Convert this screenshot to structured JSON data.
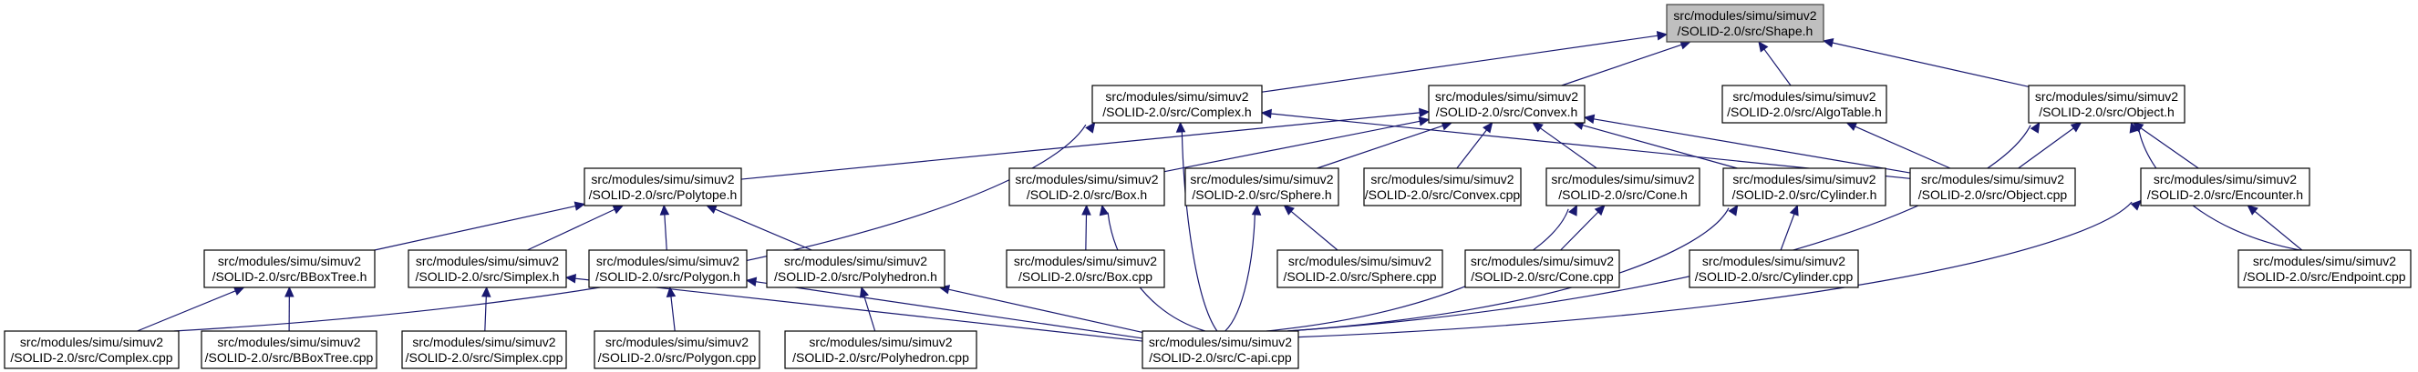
{
  "graph": {
    "title": "Include dependency graph for Shape.h",
    "colors": {
      "edge": "#191970",
      "root_fill": "#bfbfbf",
      "node_fill": "#ffffff",
      "border": "#000000"
    },
    "nodes": [
      {
        "id": "shape_h",
        "line1": "src/modules/simu/simuv2",
        "line2": "/SOLID-2.0/src/Shape.h",
        "root": true
      },
      {
        "id": "complex_h",
        "line1": "src/modules/simu/simuv2",
        "line2": "/SOLID-2.0/src/Complex.h"
      },
      {
        "id": "convex_h",
        "line1": "src/modules/simu/simuv2",
        "line2": "/SOLID-2.0/src/Convex.h"
      },
      {
        "id": "algotable_h",
        "line1": "src/modules/simu/simuv2",
        "line2": "/SOLID-2.0/src/AlgoTable.h"
      },
      {
        "id": "object_h",
        "line1": "src/modules/simu/simuv2",
        "line2": "/SOLID-2.0/src/Object.h"
      },
      {
        "id": "polytope_h",
        "line1": "src/modules/simu/simuv2",
        "line2": "/SOLID-2.0/src/Polytope.h"
      },
      {
        "id": "box_h",
        "line1": "src/modules/simu/simuv2",
        "line2": "/SOLID-2.0/src/Box.h"
      },
      {
        "id": "sphere_h",
        "line1": "src/modules/simu/simuv2",
        "line2": "/SOLID-2.0/src/Sphere.h"
      },
      {
        "id": "convex_cpp",
        "line1": "src/modules/simu/simuv2",
        "line2": "/SOLID-2.0/src/Convex.cpp"
      },
      {
        "id": "cone_h",
        "line1": "src/modules/simu/simuv2",
        "line2": "/SOLID-2.0/src/Cone.h"
      },
      {
        "id": "cylinder_h",
        "line1": "src/modules/simu/simuv2",
        "line2": "/SOLID-2.0/src/Cylinder.h"
      },
      {
        "id": "object_cpp",
        "line1": "src/modules/simu/simuv2",
        "line2": "/SOLID-2.0/src/Object.cpp"
      },
      {
        "id": "encounter_h",
        "line1": "src/modules/simu/simuv2",
        "line2": "/SOLID-2.0/src/Encounter.h"
      },
      {
        "id": "bboxtree_h",
        "line1": "src/modules/simu/simuv2",
        "line2": "/SOLID-2.0/src/BBoxTree.h"
      },
      {
        "id": "simplex_h",
        "line1": "src/modules/simu/simuv2",
        "line2": "/SOLID-2.0/src/Simplex.h"
      },
      {
        "id": "polygon_h",
        "line1": "src/modules/simu/simuv2",
        "line2": "/SOLID-2.0/src/Polygon.h"
      },
      {
        "id": "polyhedron_h",
        "line1": "src/modules/simu/simuv2",
        "line2": "/SOLID-2.0/src/Polyhedron.h"
      },
      {
        "id": "box_cpp",
        "line1": "src/modules/simu/simuv2",
        "line2": "/SOLID-2.0/src/Box.cpp"
      },
      {
        "id": "sphere_cpp",
        "line1": "src/modules/simu/simuv2",
        "line2": "/SOLID-2.0/src/Sphere.cpp"
      },
      {
        "id": "cone_cpp",
        "line1": "src/modules/simu/simuv2",
        "line2": "/SOLID-2.0/src/Cone.cpp"
      },
      {
        "id": "cylinder_cpp",
        "line1": "src/modules/simu/simuv2",
        "line2": "/SOLID-2.0/src/Cylinder.cpp"
      },
      {
        "id": "endpoint_cpp",
        "line1": "src/modules/simu/simuv2",
        "line2": "/SOLID-2.0/src/Endpoint.cpp"
      },
      {
        "id": "complex_cpp",
        "line1": "src/modules/simu/simuv2",
        "line2": "/SOLID-2.0/src/Complex.cpp"
      },
      {
        "id": "bboxtree_cpp",
        "line1": "src/modules/simu/simuv2",
        "line2": "/SOLID-2.0/src/BBoxTree.cpp"
      },
      {
        "id": "simplex_cpp",
        "line1": "src/modules/simu/simuv2",
        "line2": "/SOLID-2.0/src/Simplex.cpp"
      },
      {
        "id": "polygon_cpp",
        "line1": "src/modules/simu/simuv2",
        "line2": "/SOLID-2.0/src/Polygon.cpp"
      },
      {
        "id": "polyhedron_cpp",
        "line1": "src/modules/simu/simuv2",
        "line2": "/SOLID-2.0/src/Polyhedron.cpp"
      },
      {
        "id": "capi_cpp",
        "line1": "src/modules/simu/simuv2",
        "line2": "/SOLID-2.0/src/C-api.cpp"
      }
    ],
    "edges": [
      {
        "from": "complex_h",
        "to": "shape_h"
      },
      {
        "from": "convex_h",
        "to": "shape_h"
      },
      {
        "from": "algotable_h",
        "to": "shape_h"
      },
      {
        "from": "object_h",
        "to": "shape_h"
      },
      {
        "from": "complex_cpp",
        "to": "complex_h"
      },
      {
        "from": "capi_cpp",
        "to": "complex_h"
      },
      {
        "from": "object_cpp",
        "to": "complex_h"
      },
      {
        "from": "polytope_h",
        "to": "convex_h"
      },
      {
        "from": "box_h",
        "to": "convex_h"
      },
      {
        "from": "sphere_h",
        "to": "convex_h"
      },
      {
        "from": "convex_cpp",
        "to": "convex_h"
      },
      {
        "from": "cone_h",
        "to": "convex_h"
      },
      {
        "from": "cylinder_h",
        "to": "convex_h"
      },
      {
        "from": "object_cpp",
        "to": "convex_h"
      },
      {
        "from": "object_cpp",
        "to": "algotable_h"
      },
      {
        "from": "object_cpp",
        "to": "object_h"
      },
      {
        "from": "capi_cpp",
        "to": "object_h"
      },
      {
        "from": "encounter_h",
        "to": "object_h"
      },
      {
        "from": "endpoint_cpp",
        "to": "object_h"
      },
      {
        "from": "bboxtree_h",
        "to": "polytope_h"
      },
      {
        "from": "simplex_h",
        "to": "polytope_h"
      },
      {
        "from": "polygon_h",
        "to": "polytope_h"
      },
      {
        "from": "polyhedron_h",
        "to": "polytope_h"
      },
      {
        "from": "box_cpp",
        "to": "box_h"
      },
      {
        "from": "capi_cpp",
        "to": "box_h"
      },
      {
        "from": "sphere_cpp",
        "to": "sphere_h"
      },
      {
        "from": "capi_cpp",
        "to": "sphere_h"
      },
      {
        "from": "cone_cpp",
        "to": "cone_h"
      },
      {
        "from": "capi_cpp",
        "to": "cone_h"
      },
      {
        "from": "cylinder_cpp",
        "to": "cylinder_h"
      },
      {
        "from": "capi_cpp",
        "to": "cylinder_h"
      },
      {
        "from": "capi_cpp",
        "to": "encounter_h"
      },
      {
        "from": "endpoint_cpp",
        "to": "encounter_h"
      },
      {
        "from": "complex_cpp",
        "to": "bboxtree_h"
      },
      {
        "from": "bboxtree_cpp",
        "to": "bboxtree_h"
      },
      {
        "from": "simplex_cpp",
        "to": "simplex_h"
      },
      {
        "from": "capi_cpp",
        "to": "simplex_h"
      },
      {
        "from": "polygon_cpp",
        "to": "polygon_h"
      },
      {
        "from": "capi_cpp",
        "to": "polygon_h"
      },
      {
        "from": "polyhedron_cpp",
        "to": "polyhedron_h"
      },
      {
        "from": "capi_cpp",
        "to": "polyhedron_h"
      }
    ]
  }
}
